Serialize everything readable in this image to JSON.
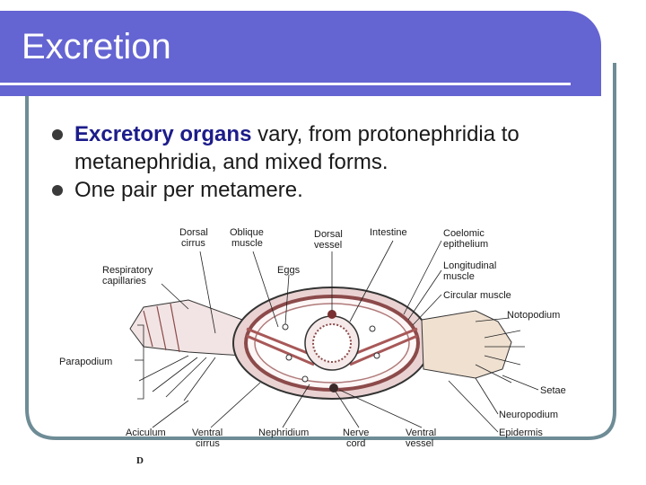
{
  "slide": {
    "title": "Excretion",
    "accent_color": "#6464d2",
    "frame_color": "#6e8c96"
  },
  "bullets": [
    {
      "strong": "Excretory organs",
      "text": " vary, from protonephridia to metanephridia, and mixed forms."
    },
    {
      "strong": "",
      "text": "One pair per metamere."
    }
  ],
  "figure": {
    "panel_letter": "D",
    "labels": {
      "dorsal_cirrus_1": "Dorsal",
      "dorsal_cirrus_2": "cirrus",
      "oblique_muscle_1": "Oblique",
      "oblique_muscle_2": "muscle",
      "dorsal_vessel_1": "Dorsal",
      "dorsal_vessel_2": "vessel",
      "intestine": "Intestine",
      "coelomic_1": "Coelomic",
      "coelomic_2": "epithelium",
      "respiratory_1": "Respiratory",
      "respiratory_2": "capillaries",
      "eggs": "Eggs",
      "longitudinal_1": "Longitudinal",
      "longitudinal_2": "muscle",
      "circular_muscle": "Circular muscle",
      "notopodium": "Notopodium",
      "parapodium": "Parapodium",
      "setae": "Setae",
      "neuropodium": "Neuropodium",
      "aciculum": "Aciculum",
      "ventral_cirrus_1": "Ventral",
      "ventral_cirrus_2": "cirrus",
      "nephridium": "Nephridium",
      "nerve_cord_1": "Nerve",
      "nerve_cord_2": "cord",
      "ventral_vessel_1": "Ventral",
      "ventral_vessel_2": "vessel",
      "epidermis": "Epidermis"
    }
  }
}
